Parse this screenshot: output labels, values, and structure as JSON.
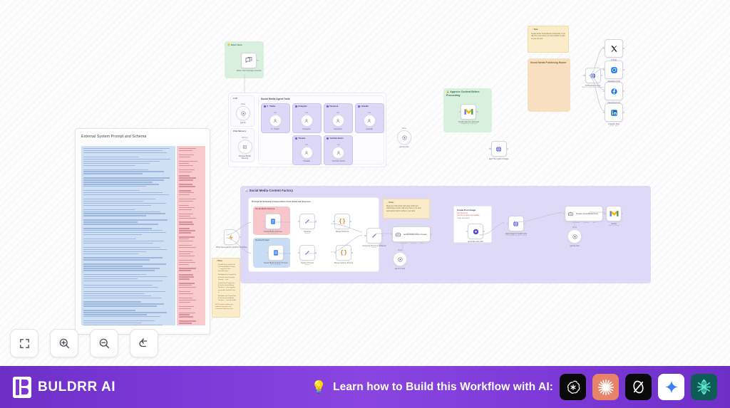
{
  "canvas": {
    "toolbar": [
      {
        "name": "fit-to-view-button",
        "icon": "fit-screen-icon",
        "title": "Fit to view"
      },
      {
        "name": "zoom-in-button",
        "icon": "zoom-in-icon",
        "title": "Zoom in"
      },
      {
        "name": "zoom-out-button",
        "icon": "zoom-out-icon",
        "title": "Zoom out"
      },
      {
        "name": "reset-zoom-button",
        "icon": "undo-arrow-icon",
        "title": "Reset zoom"
      }
    ]
  },
  "document_card": {
    "title": "External System Prompt and Schema",
    "left_column_color": "#cfe0f5",
    "right_column_color": "#f8c9cd"
  },
  "start_group": {
    "title": "Start Here",
    "emoji": "📒",
    "node_label": "When chat message received",
    "bg": "#d8f0dd"
  },
  "llm_panel": {
    "title": "LLM",
    "node_caption": "Model",
    "node_label": "gpt-4o"
  },
  "memory_panel": {
    "title": "Chat Memory",
    "node_caption": "Memory",
    "node_label": "Window Buffer Memory"
  },
  "agent_tools": {
    "title": "Social Media Agent Tools",
    "items": [
      {
        "title": "X - Twitter",
        "node_label": "X - Twitter"
      },
      {
        "title": "Instagram",
        "node_label": "Instagram"
      },
      {
        "title": "Facebook",
        "node_label": "Facebook"
      },
      {
        "title": "LinkedIn",
        "node_label": "LinkedIn"
      },
      {
        "title": "Threads",
        "node_label": "Threads"
      },
      {
        "title": "YouTube Shorts",
        "node_label": "YouTube Shorts"
      }
    ]
  },
  "approve_group": {
    "title": "Approve Content Before Proceeding",
    "emoji": "🔒",
    "node_label": "Gmail User For Approval",
    "node_sub": "sendAndWait / message",
    "bg": "#d8f0dd"
  },
  "loose_nodes": {
    "gpt_4o_mini": {
      "caption": "Model",
      "label": "gpt-4o-mini"
    },
    "edit_image": {
      "label": "Edit The Uplift of Image"
    }
  },
  "publishing": {
    "note_title": "📝 Note",
    "note_body": "Create all the Social Media Credentials in the n8n first, and ensure you can publish to each of your account.",
    "router_title": "Social Media Publishing Router",
    "router_bg": "#f7dfc0",
    "switch_node": {
      "label": "To Register Image",
      "sub": "SWITCH uses Canvas Routines"
    },
    "targets": [
      {
        "label": "X Post",
        "sub": "createTweet"
      },
      {
        "label": "Instagram Post",
        "sub": ""
      },
      {
        "label": "Facebook Post",
        "sub": ""
      },
      {
        "label": "LinkedIn Post",
        "sub": "create : post"
      }
    ]
  },
  "factory": {
    "title": "Social Media Content Factory",
    "emoji": "📊",
    "bg": "#ded9f7",
    "inner_title": "Prompt & Schema Composition from External Sources",
    "schema_group": {
      "title": "Social Media Schema",
      "bg": "#f6c6cb"
    },
    "prompt_group": {
      "title": "System Prompt",
      "bg": "#c8dcf3"
    },
    "rows": [
      {
        "source": {
          "label": "Social Media Schema",
          "sub": "get : document"
        },
        "edit": {
          "label": "Schema",
          "sub": "manual"
        },
        "code": {
          "label": "Merge Schema"
        }
      },
      {
        "source": {
          "label": "Social Media System Prompt",
          "sub": "get : document"
        },
        "edit": {
          "label": "System Prompt",
          "sub": "manual"
        },
        "code": {
          "label": "Merge System Prompt"
        }
      }
    ],
    "compose": {
      "label": "Compose Prompt & Schema",
      "sub": "manual"
    },
    "agent": {
      "label": "Social Media Content Creator",
      "sub_left": "Chat Model",
      "sub_mid": "Memory",
      "sub_right": "Tool"
    },
    "agent_llm": {
      "caption": "Model",
      "label": "gpt-4.1-mini"
    },
    "side_note": {
      "title": "📝 Notes",
      "body": "Business Chat works with other LLMs and Chat/online results. Add more here or try other automation tools to achieve your aims."
    },
    "trigger": {
      "label": "When Executed by Another Workflow"
    },
    "trigger_note": {
      "title": "📝 Notes",
      "bullets": [
        "Provide Doc and Doc Id for Social Media Content — copy Doc from Drive/Schema.",
        "Readable the Prompt Doc ID for the Social System Prompt — row.",
        "Provide the Prompt Doc ID for the Social Media Schema — row copy the accessible Toolkit ID and 4.",
        "Readable the Prompt Doc ID for the Social Media Schema — row with table."
      ],
      "footer": "BOTH tables combine the additional prompts and schema to build your post."
    },
    "image_note": {
      "title": "Create Post Image",
      "body_lines": [
        "Use OpenAI or",
        "Use Flux on other sources/files",
        "image fed default"
      ]
    },
    "image_node": {
      "label": "generate post with",
      "sub": ""
    },
    "upload_node": {
      "label": "Post Image to Imgbb Link",
      "sub": "HTTP Request node in node.js"
    },
    "prepare_node": {
      "label": "Prepare Social Media Posts",
      "sub_left": "Chat Model",
      "sub_mid": "Memory",
      "sub_right": "Tool"
    },
    "prepare_llm": {
      "caption": "Model",
      "label": "gpt-4o-mini"
    },
    "gmail_node": {
      "label": "Gmail",
      "sub": "draft : message"
    }
  },
  "footer": {
    "brand": "BULDRR AI",
    "cta_icon": "lightbulb-icon",
    "cta_text": "Learn how to Build this Workflow with AI:",
    "logos": [
      {
        "name": "openai-logo",
        "bg": "#0a0a0a",
        "fg": "#ffffff",
        "glyph": "openai"
      },
      {
        "name": "claude-logo",
        "bg": "#e8836a",
        "fg": "#ffffff",
        "glyph": "claude"
      },
      {
        "name": "grok-logo",
        "bg": "#0a0a0a",
        "fg": "#ffffff",
        "glyph": "grok"
      },
      {
        "name": "gemini-logo",
        "bg": "#ffffff",
        "fg": "#3b82f6",
        "glyph": "gemini"
      },
      {
        "name": "deepseek-logo",
        "bg": "#0f5c56",
        "fg": "#5eead4",
        "glyph": "deepseek"
      }
    ]
  }
}
